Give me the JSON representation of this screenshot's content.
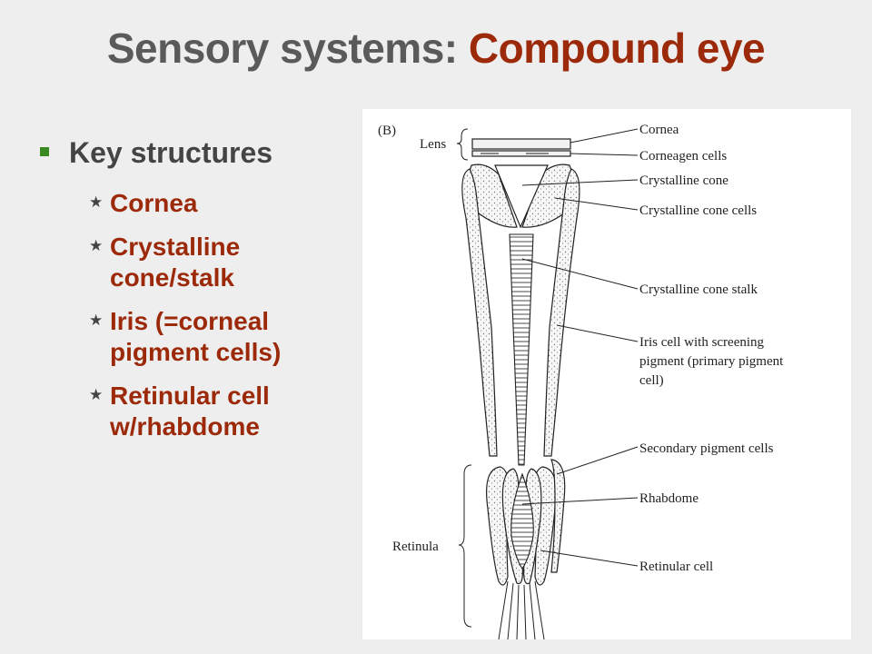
{
  "slide": {
    "title_main": "Sensory systems:",
    "title_accent": "Compound eye",
    "colors": {
      "title_gray": "#5a5a5a",
      "accent_red": "#9c2a0a",
      "bullet_green": "#3a8a1f"
    }
  },
  "bullets": {
    "heading": "Key structures",
    "heading_icon": "square-bullet-icon",
    "items_icon": "star-icon",
    "items": [
      {
        "lines": [
          "Cornea"
        ]
      },
      {
        "lines": [
          "Crystalline",
          "cone/stalk"
        ]
      },
      {
        "lines": [
          "Iris (=corneal",
          "pigment cells)"
        ]
      },
      {
        "lines": [
          "Retinular cell",
          "w/rhabdome"
        ]
      }
    ]
  },
  "figure": {
    "panel_label": "(B)",
    "group_labels": {
      "lens": "Lens",
      "retinula": "Retinula"
    },
    "labels": {
      "cornea": "Cornea",
      "corneagen": "Corneagen cells",
      "cone": "Crystalline cone",
      "cone_cells": "Crystalline cone cells",
      "stalk": "Crystalline cone stalk",
      "iris_lines": [
        "Iris cell with screening",
        "pigment (primary pigment",
        "cell)"
      ],
      "secondary": "Secondary pigment cells",
      "rhabdome": "Rhabdome",
      "retinular": "Retinular cell"
    }
  }
}
